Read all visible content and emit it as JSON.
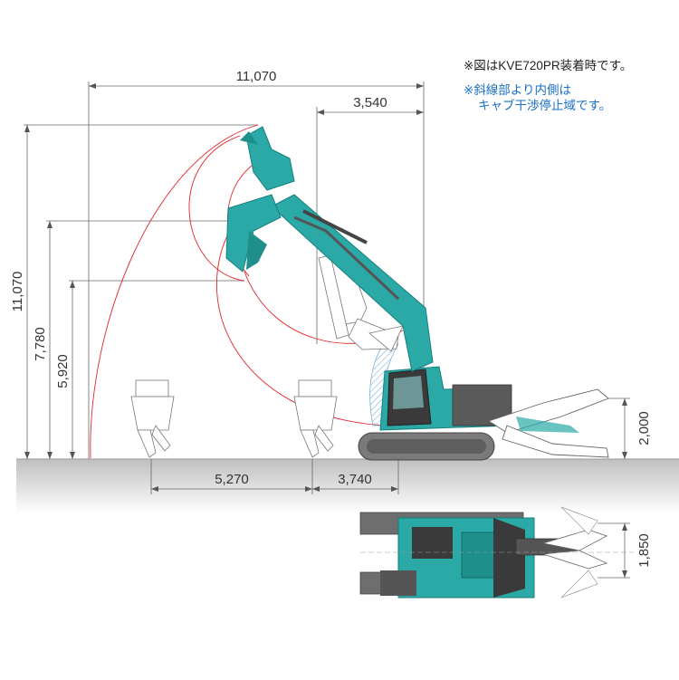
{
  "notes": {
    "line1": "※図はKVE720PR装着時です。",
    "line2": "※斜線部より内側は",
    "line3": "キャブ干渉停止域です。"
  },
  "dimensions": {
    "top_width": "11,070",
    "top_right": "3,540",
    "left_height_total": "11,070",
    "left_height_mid": "7,780",
    "left_height_low": "5,920",
    "bottom_left": "5,270",
    "bottom_right": "3,740",
    "right_height": "2,000",
    "plan_width": "1,850"
  },
  "colors": {
    "machine": "#2aa9a6",
    "machine_dark": "#17807e",
    "reach_curve": "#e0252b",
    "dim_line": "#555555",
    "ground": "#d6d6d6",
    "hatch": "#7fb2d8"
  }
}
